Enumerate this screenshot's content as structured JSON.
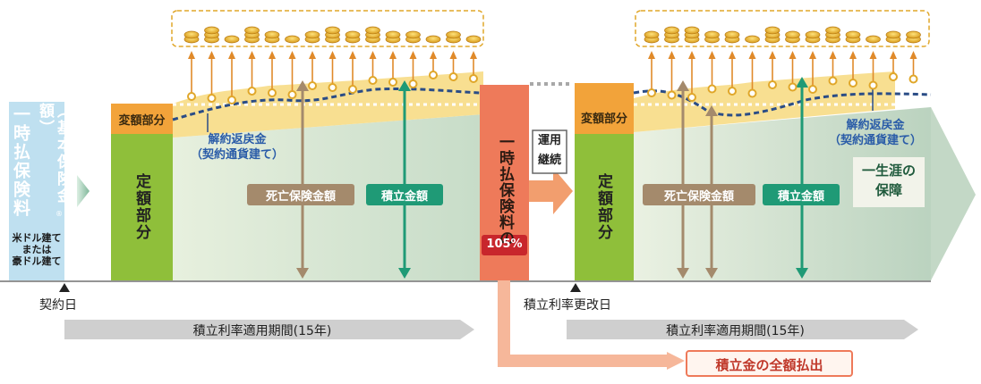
{
  "left_box": {
    "title": "一時払保険料",
    "subtitle": "（基本保険金額）",
    "mark": "®",
    "currency_1": "米ドル建て",
    "currency_or": "または",
    "currency_2": "豪ドル建て"
  },
  "fixed_part": "定額部分",
  "variable_part": "変額部分",
  "surrender_value": "解約返戻金",
  "surrender_currency": "（契約通貨建て）",
  "death_benefit": "死亡保険金額",
  "accumulation": "積立金額",
  "center_box": {
    "text": "一時払保険料の",
    "percent": "105%"
  },
  "continue_label": "運用継続",
  "lifetime_label": "一生涯の保障",
  "lifetime_1": "一生涯の",
  "lifetime_2": "保障",
  "contract_date": "契約日",
  "renewal_date": "積立利率更改日",
  "period_label": "積立利率適用期間(15年)",
  "payout_label": "積立金の全額払出",
  "colors": {
    "light_blue": "#bfe0f0",
    "green": "#8fbf3a",
    "orange": "#f2a33a",
    "coral": "#ee7a5a",
    "teal": "#1f9a76",
    "gray_bar": "#cfcfcf",
    "dashed_blue": "#2a4c86",
    "brown": "#a48a6c",
    "gold": "#e0a72a"
  },
  "icons": [
    "coin-stack-icon",
    "arrow-up-icon",
    "double-arrow-icon",
    "triangle-marker-icon",
    "right-arrow-icon"
  ]
}
